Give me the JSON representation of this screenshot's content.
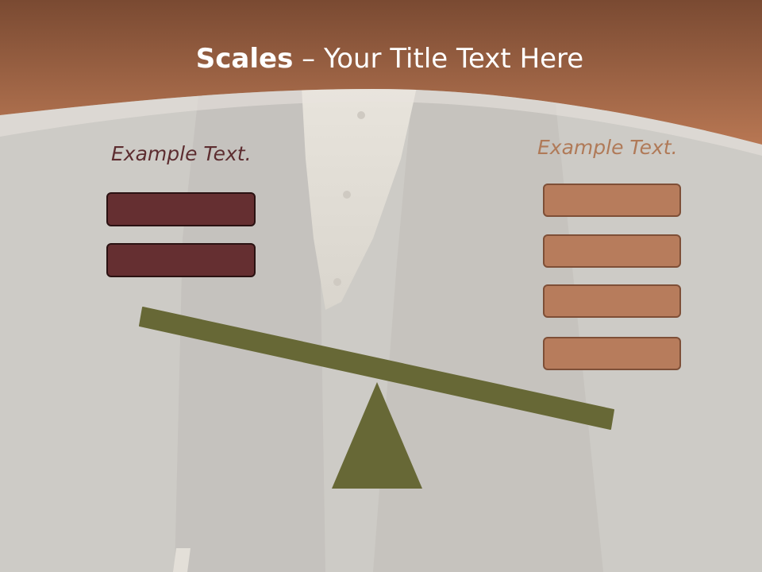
{
  "title": {
    "bold": "Scales",
    "separator": " – ",
    "rest": "Your Title Text Here"
  },
  "left_group": {
    "label": "Example Text.",
    "box_count": 2
  },
  "right_group": {
    "label": "Example Text.",
    "box_count": 4
  },
  "colors": {
    "header": "#b5724f",
    "left_box": "#652f31",
    "right_box": "#b77c5c",
    "beam": "#676836",
    "background": "#cdcbc6"
  }
}
